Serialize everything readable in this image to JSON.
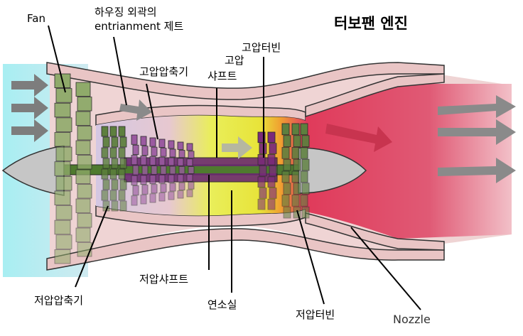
{
  "title": "터보팬 엔진",
  "labels": {
    "fan": "Fan",
    "bypass_line1": "하우징 외곽의",
    "bypass_line2": "entrianment 제트",
    "hp_compressor": "고압압축기",
    "hp_shaft_line1": "고압",
    "hp_shaft_line2": "샤프트",
    "hp_turbine": "고압터빈",
    "lp_compressor": "저압압축기",
    "lp_shaft": "저압샤프트",
    "combustor": "연소실",
    "lp_turbine": "저압터빈",
    "nozzle": "Nozzle"
  },
  "colors": {
    "intake": "#b8ecf0",
    "bypass": "#efd6d6",
    "casing": "#e9c8c8",
    "fan_blade": "#8faa6a",
    "lp_blade": "#5d7f3e",
    "hp_blade": "#9a5aa0",
    "hp_turbine_blade": "#7a2a7a",
    "shaft_lp": "#4f7a2f",
    "shaft_hp": "#6a2a70",
    "combustor": "#e3ea3a",
    "exhaust": "#d9405e",
    "spinner": "#c7c7c7",
    "arrow": "#7a7a7a"
  }
}
